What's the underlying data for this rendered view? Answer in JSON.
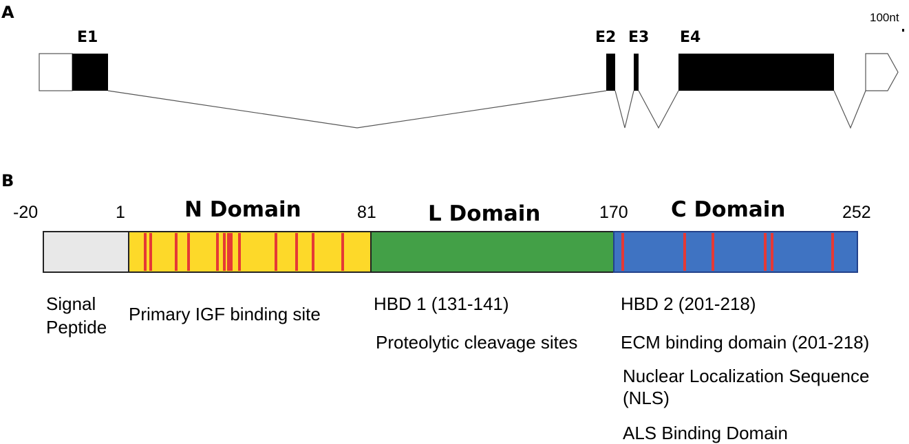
{
  "panels": {
    "a": {
      "letter": "A"
    },
    "b": {
      "letter": "B"
    }
  },
  "gene": {
    "scale_bar_label": "100nt",
    "exons": [
      {
        "name": "E1"
      },
      {
        "name": "E2"
      },
      {
        "name": "E3"
      },
      {
        "name": "E4"
      }
    ]
  },
  "protein": {
    "positions": [
      "-20",
      "1",
      "81",
      "170",
      "252"
    ],
    "domains": [
      {
        "name": "N Domain",
        "color": "#fdd929"
      },
      {
        "name": "L Domain",
        "color": "#43a047"
      },
      {
        "name": "C Domain",
        "color": "#3f73c2"
      }
    ],
    "signal_peptide_color": "#e8e8e8",
    "site_marker_color": "#e53935",
    "features": {
      "signal_peptide": [
        "Signal",
        "Peptide"
      ],
      "n_domain": [
        "Primary IGF binding site"
      ],
      "l_domain": [
        "HBD 1 (131-141)",
        "Proteolytic cleavage sites"
      ],
      "c_domain": [
        "HBD 2 (201-218)",
        "ECM binding domain (201-218)",
        "Nuclear Localization Sequence",
        "(NLS)",
        "ALS Binding Domain"
      ]
    }
  }
}
